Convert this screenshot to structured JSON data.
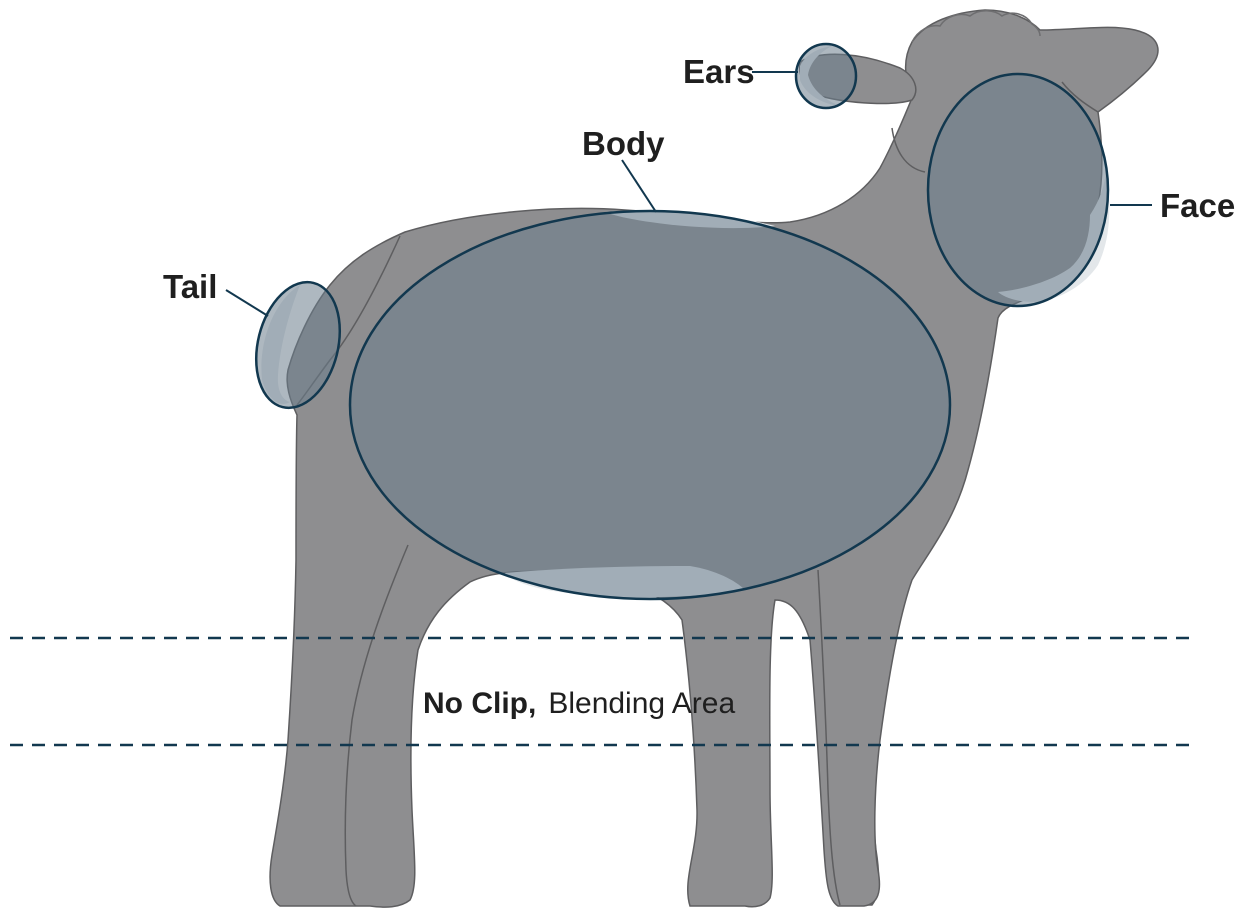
{
  "labels": {
    "ears": "Ears",
    "body": "Body",
    "face": "Face",
    "tail": "Tail",
    "no_clip": "No Clip,",
    "blending_area": "Blending Area"
  },
  "colors": {
    "sheep_fill": "#8e8e90",
    "sheep_outline": "#5e5e60",
    "zone_fill": "#6c7e8c",
    "zone_stroke": "#12384f",
    "highlight": "#e3e7ea",
    "dashed_line": "#12384f",
    "text": "#1f1f1f"
  }
}
